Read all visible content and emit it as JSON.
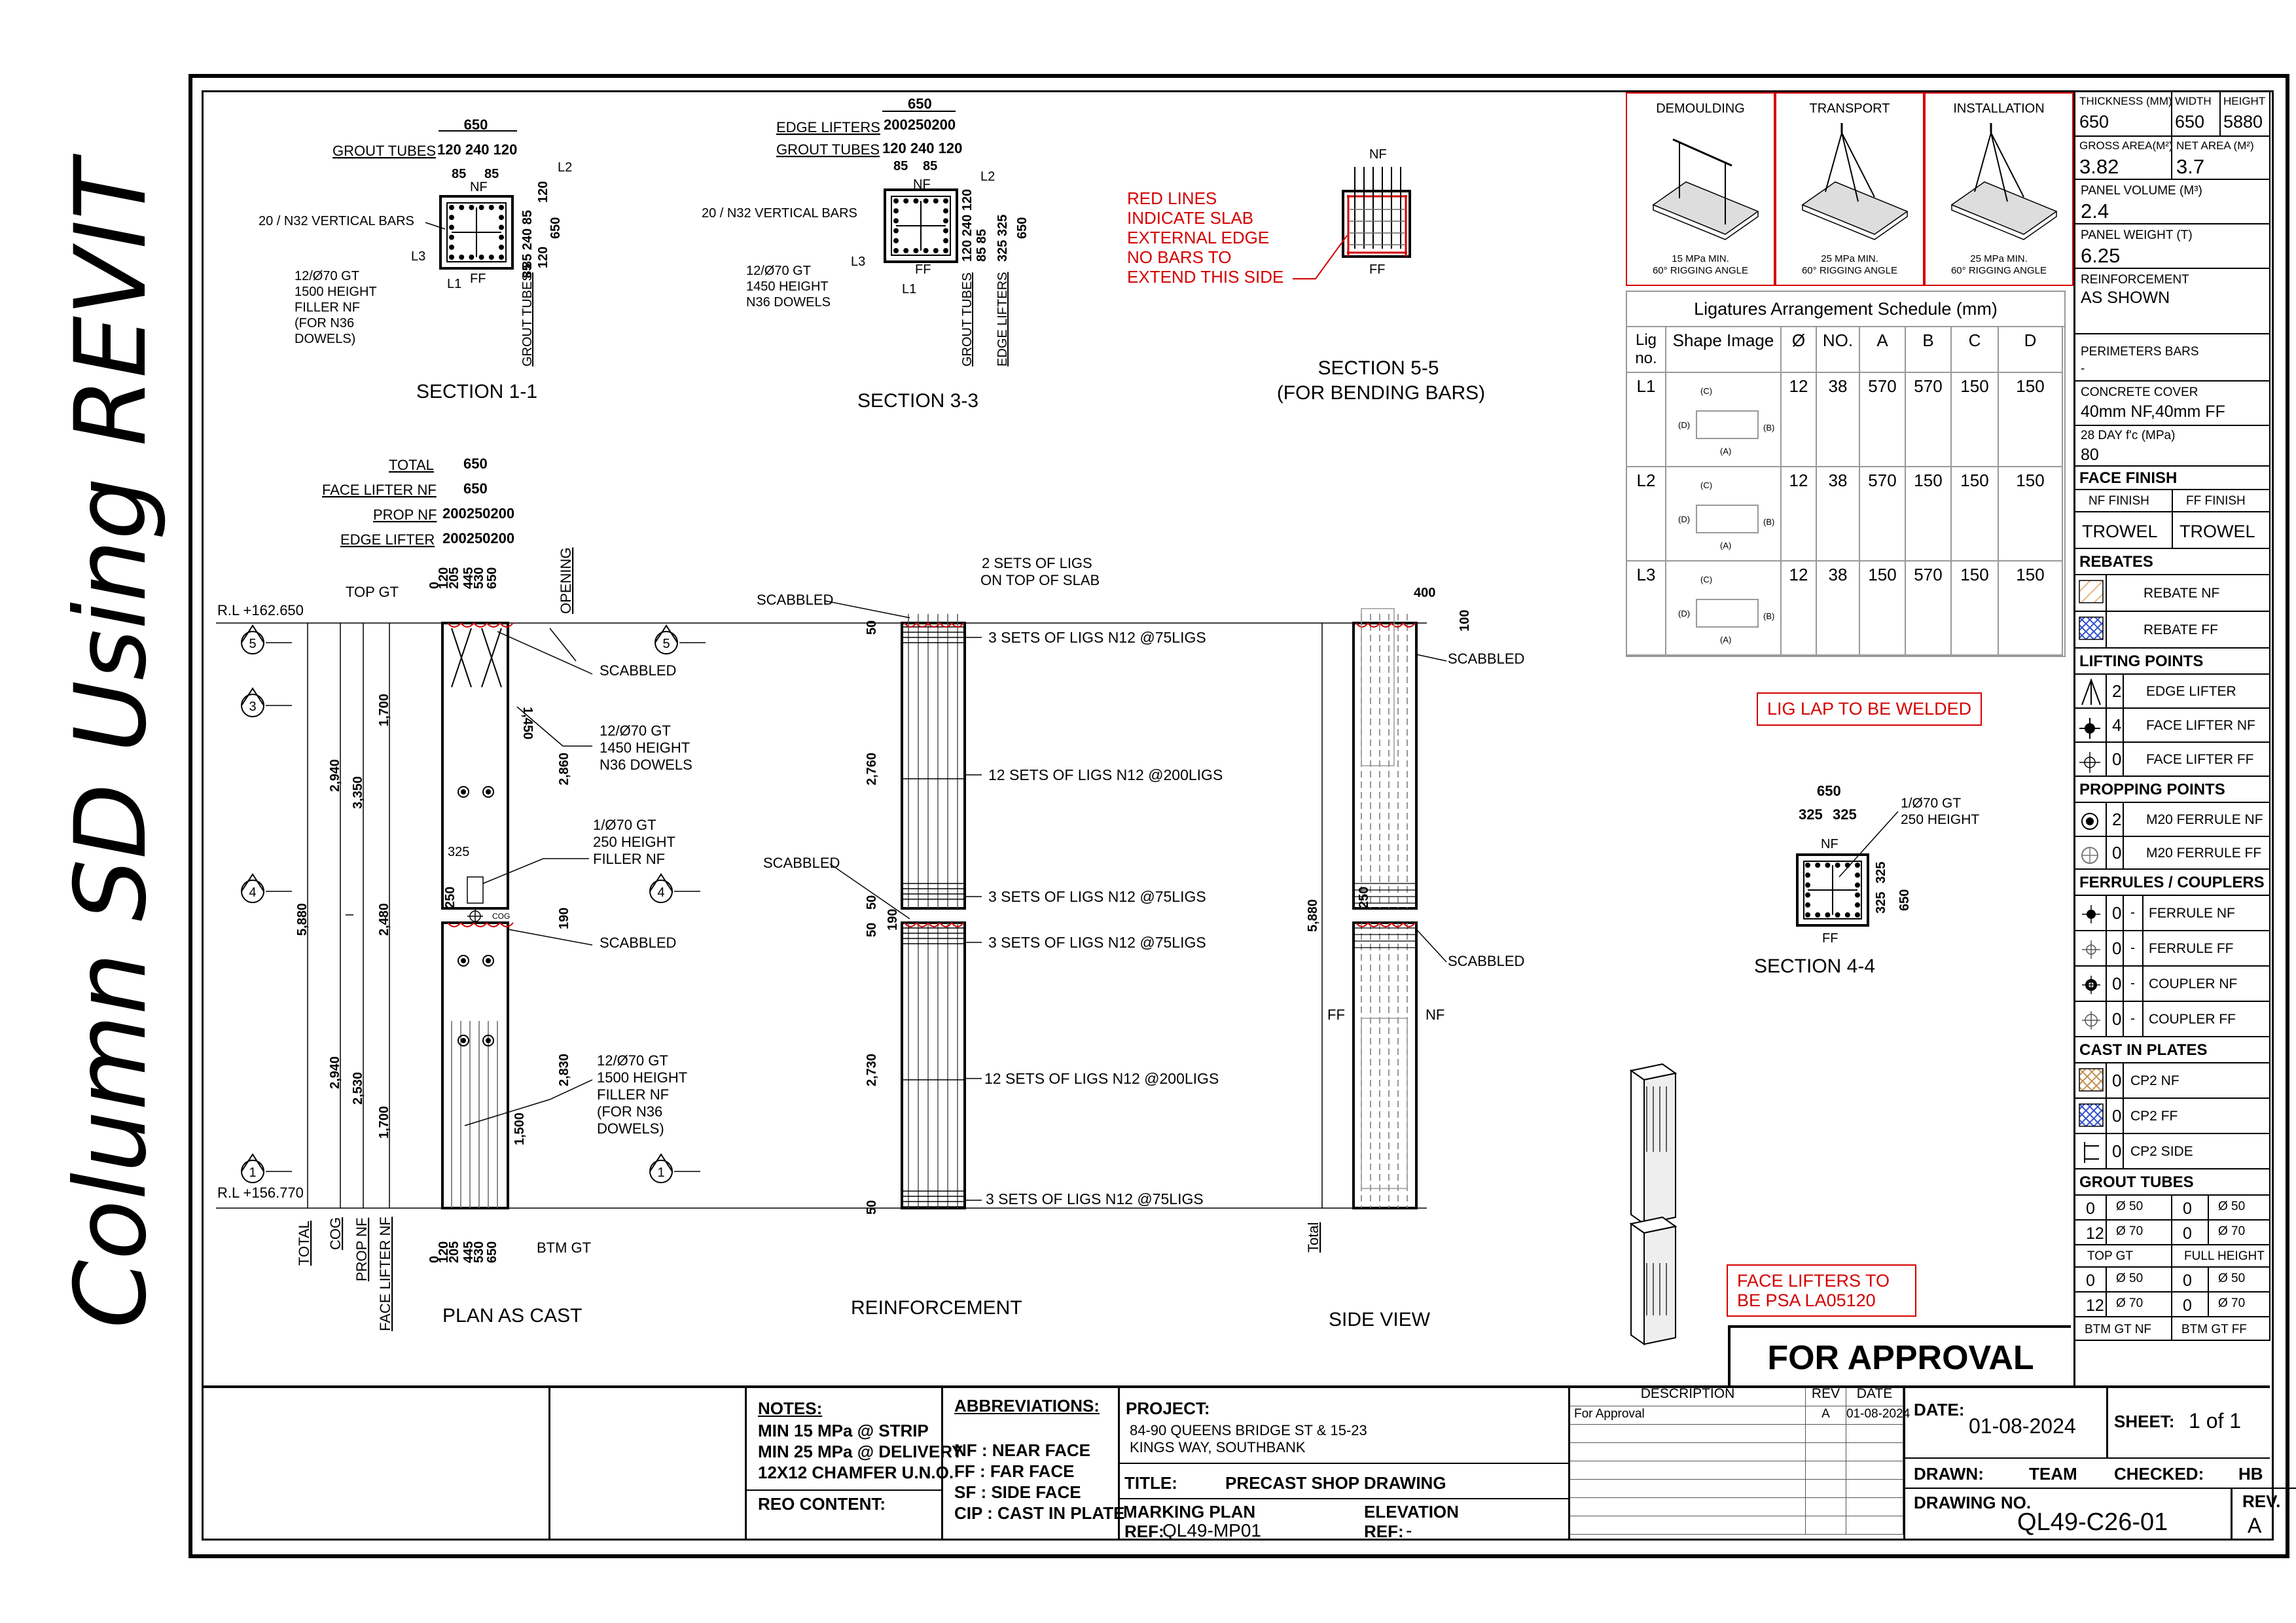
{
  "page_title": "Column SD Using REVIT",
  "sections": {
    "s11": {
      "title": "SECTION 1-1",
      "width": "650",
      "grout": "GROUT TUBES",
      "grout_dims": "120 240 120",
      "d85a": "85",
      "d85b": "85",
      "bars": "20 / N32 VERTICAL BARS",
      "filler": "12/Ø70 GT\n1500 HEIGHT\nFILLER NF\n(FOR N36\nDOWELS)",
      "nf": "NF",
      "ff": "FF",
      "l1": "L1",
      "l2": "L2",
      "l3": "L3",
      "vd": "85 240 85",
      "vd2": "120",
      "vd650": "650",
      "vd3": "85",
      "vd4": "120",
      "gtv": "GROUT TUBES"
    },
    "s33": {
      "title": "SECTION 3-3",
      "width": "650",
      "edge": "EDGE LIFTERS",
      "edge_dims": "200250200",
      "grout": "GROUT TUBES",
      "grout_dims": "120 240 120",
      "d85a": "85",
      "d85b": "85",
      "bars": "20 / N32 VERTICAL BARS",
      "filler": "12/Ø70 GT\n1450 HEIGHT\nN36 DOWELS",
      "nf": "NF",
      "ff": "FF",
      "l1": "L1",
      "l2": "L2",
      "l3": "L3",
      "vd": "120 240 120",
      "vd2": "85 85",
      "vd3": "325 325",
      "vd650": "650",
      "gtv": "GROUT TUBES",
      "elv": "EDGE LIFTERS"
    },
    "s55": {
      "title": "SECTION 5-5\n(FOR BENDING BARS)",
      "nf": "NF",
      "ff": "FF",
      "note": "RED LINES\nINDICATE SLAB\nEXTERNAL EDGE\nNO BARS TO\nEXTEND THIS SIDE"
    },
    "s44": {
      "title": "SECTION 4-4",
      "width": "650",
      "d1": "325",
      "d2": "325",
      "nf": "NF",
      "ff": "FF",
      "note": "1/Ø70 GT\n250 HEIGHT",
      "v1": "325",
      "v2": "325",
      "v650": "650"
    }
  },
  "plan": {
    "title": "PLAN AS CAST",
    "rows": [
      {
        "label": "TOTAL",
        "value": "650"
      },
      {
        "label": "FACE LIFTER NF",
        "value": "650"
      },
      {
        "label": "PROP NF",
        "value": "200250200"
      },
      {
        "label": "EDGE LIFTER",
        "value": "200250200"
      }
    ],
    "top_dims": [
      "0",
      "120",
      "205",
      "445",
      "530",
      "650"
    ],
    "opening": "OPENING",
    "top_gt": "TOP GT",
    "rl_top": "R.L +162.650",
    "rl_bot": "R.L +156.770",
    "btm_gt": "BTM GT",
    "bottom_labels": [
      "TOTAL",
      "COG",
      "PROP NF",
      "FACE LIFTER NF"
    ],
    "dims_left": {
      "total": "5,880",
      "d2940a": "2,940",
      "d2940b": "2,940",
      "d3350": "3,350",
      "d2530": "2,530",
      "d1700a": "1,700",
      "d2480": "2,480",
      "d1700b": "1,700"
    },
    "dims_right": {
      "d1450": "1,450",
      "d2860": "2,860",
      "d190": "190",
      "d2830": "2,830",
      "d1500": "1,500"
    },
    "d325": "325",
    "d250": "250",
    "cog": "COG",
    "notes": [
      "SCABBLED",
      "12/Ø70 GT\n1450 HEIGHT\nN36 DOWELS",
      "1/Ø70 GT\n250 HEIGHT\nFILLER NF",
      "SCABBLED",
      "12/Ø70 GT\n1500 HEIGHT\nFILLER NF\n(FOR N36\nDOWELS)"
    ],
    "sec_marks": [
      "5",
      "3",
      "4",
      "1"
    ]
  },
  "reinf": {
    "title": "REINFORCEMENT",
    "top_note": "2 SETS OF LIGS\nON TOP OF SLAB",
    "scabbled": "SCABBLED",
    "labels": [
      "3 SETS OF LIGS N12 @75LIGS",
      "12 SETS OF LIGS N12 @200LIGS",
      "3 SETS OF LIGS N12 @75LIGS",
      "3 SETS OF LIGS N12 @75LIGS",
      "12 SETS OF LIGS N12 @200LIGS",
      "3 SETS OF LIGS N12 @75LIGS"
    ],
    "dims": [
      "50",
      "2,760",
      "50",
      "50",
      "190",
      "2,730",
      "50"
    ]
  },
  "side": {
    "title": "SIDE VIEW",
    "d400": "400",
    "d100": "100",
    "total": "5,880",
    "d250": "250",
    "ff": "FF",
    "nf": "NF",
    "scabbled": "SCABBLED",
    "tot": "Total"
  },
  "lift_diagrams": [
    {
      "title": "DEMOULDING",
      "caption": "15 MPa MIN.\n60° RIGGING ANGLE"
    },
    {
      "title": "TRANSPORT",
      "caption": "25 MPa MIN.\n60° RIGGING ANGLE"
    },
    {
      "title": "INSTALLATION",
      "caption": "25 MPa MIN.\n60° RIGGING ANGLE"
    }
  ],
  "lig_schedule": {
    "title": "Ligatures Arrangement Schedule (mm)",
    "headers": [
      "Lig\nno.",
      "Shape Image",
      "Ø",
      "NO.",
      "A",
      "B",
      "C",
      "D"
    ],
    "rows": [
      {
        "lig": "L1",
        "dia": "12",
        "no": "38",
        "a": "570",
        "b": "570",
        "c": "150",
        "d": "150"
      },
      {
        "lig": "L2",
        "dia": "12",
        "no": "38",
        "a": "570",
        "b": "150",
        "c": "150",
        "d": "150"
      },
      {
        "lig": "L3",
        "dia": "12",
        "no": "38",
        "a": "150",
        "b": "570",
        "c": "150",
        "d": "150"
      }
    ],
    "shape_labels": {
      "c": "(C)",
      "d": "(D)",
      "b": "(B)",
      "a": "(A)"
    }
  },
  "notes_red": {
    "lig_lap": "LIG LAP TO BE WELDED",
    "face_lifters": "FACE LIFTERS TO\nBE PSA LA05120"
  },
  "properties": {
    "thickness_label": "THICKNESS (MM)",
    "thickness": "650",
    "width_label": "WIDTH",
    "width": "650",
    "height_label": "HEIGHT",
    "height": "5880",
    "gross_label": "GROSS AREA(M²)",
    "gross": "3.82",
    "net_label": "NET AREA (M²)",
    "net": "3.7",
    "volume_label": "PANEL VOLUME (M³)",
    "volume": "2.4",
    "weight_label": "PANEL WEIGHT (T)",
    "weight": "6.25",
    "reinf_label": "REINFORCEMENT",
    "reinf": "AS SHOWN",
    "perim_label": "PERIMETERS BARS",
    "perim": "-",
    "cover_label": "CONCRETE COVER",
    "cover": "40mm NF,40mm FF",
    "fc_label": "28 DAY f'c (MPa)",
    "fc": "80",
    "face_finish": "FACE FINISH",
    "nf_finish": "NF FINISH",
    "ff_finish": "FF FINISH",
    "nf_val": "TROWEL",
    "ff_val": "TROWEL",
    "rebates": "REBATES",
    "rebate_nf": "REBATE NF",
    "rebate_ff": "REBATE FF",
    "lifting": "LIFTING POINTS",
    "lifting_rows": [
      {
        "n": "2",
        "label": "EDGE LIFTER"
      },
      {
        "n": "4",
        "label": "FACE LIFTER NF"
      },
      {
        "n": "0",
        "label": "FACE LIFTER FF"
      }
    ],
    "propping": "PROPPING POINTS",
    "propping_rows": [
      {
        "n": "2",
        "label": "M20 FERRULE NF"
      },
      {
        "n": "0",
        "label": "M20 FERRULE FF"
      }
    ],
    "ferrules": "FERRULES / COUPLERS",
    "ferrule_rows": [
      {
        "n": "0",
        "d": "-",
        "label": "FERRULE NF"
      },
      {
        "n": "0",
        "d": "-",
        "label": "FERRULE FF"
      },
      {
        "n": "0",
        "d": "-",
        "label": "COUPLER NF"
      },
      {
        "n": "0",
        "d": "-",
        "label": "COUPLER FF"
      }
    ],
    "castin": "CAST IN PLATES",
    "castin_rows": [
      {
        "n": "0",
        "label": "CP2 NF"
      },
      {
        "n": "0",
        "label": "CP2 FF"
      },
      {
        "n": "0",
        "label": "CP2 SIDE"
      }
    ],
    "grout": "GROUT TUBES",
    "grout_top": [
      [
        "0",
        "Ø 50",
        "0",
        "Ø 50"
      ],
      [
        "12",
        "Ø 70",
        "0",
        "Ø 70"
      ]
    ],
    "top_gt": "TOP GT",
    "full_h": "FULL HEIGHT",
    "grout_btm": [
      [
        "0",
        "Ø 50",
        "0",
        "Ø 50"
      ],
      [
        "12",
        "Ø 70",
        "0",
        "Ø 70"
      ]
    ],
    "btm_nf": "BTM GT NF",
    "btm_ff": "BTM GT FF"
  },
  "approval": "FOR APPROVAL",
  "titleblock": {
    "notes_h": "NOTES:",
    "notes": [
      "MIN 15 MPa @ STRIP",
      "MIN 25 MPa @ DELIVERY",
      "12X12 CHAMFER U.N.O."
    ],
    "reo": "REO CONTENT:",
    "abbr_h": "ABBREVIATIONS:",
    "abbr": [
      "NF : NEAR FACE",
      "FF : FAR FACE",
      "SF : SIDE FACE",
      "CIP : CAST IN PLATE"
    ],
    "project_h": "PROJECT:",
    "project": [
      "84-90 QUEENS BRIDGE ST & 15-23",
      "KINGS WAY, SOUTHBANK"
    ],
    "title_h": "TITLE:",
    "title": "PRECAST SHOP DRAWING",
    "marking": "MARKING PLAN",
    "ref_h": "REF:",
    "ref": "QL49-MP01",
    "elevation": "ELEVATION",
    "eref_h": "REF:",
    "eref": "-",
    "rev_headers": [
      "DESCRIPTION",
      "REV",
      "DATE"
    ],
    "rev_row": [
      "For Approval",
      "A",
      "01-08-2024"
    ],
    "date_h": "DATE:",
    "date": "01-08-2024",
    "sheet_h": "SHEET:",
    "sheet": "1 of 1",
    "drawn_h": "DRAWN:",
    "drawn": "TEAM",
    "checked_h": "CHECKED:",
    "checked": "HB",
    "dwg_h": "DRAWING NO.",
    "dwg": "QL49-C26-01",
    "rev_h": "REV.",
    "rev": "A"
  }
}
